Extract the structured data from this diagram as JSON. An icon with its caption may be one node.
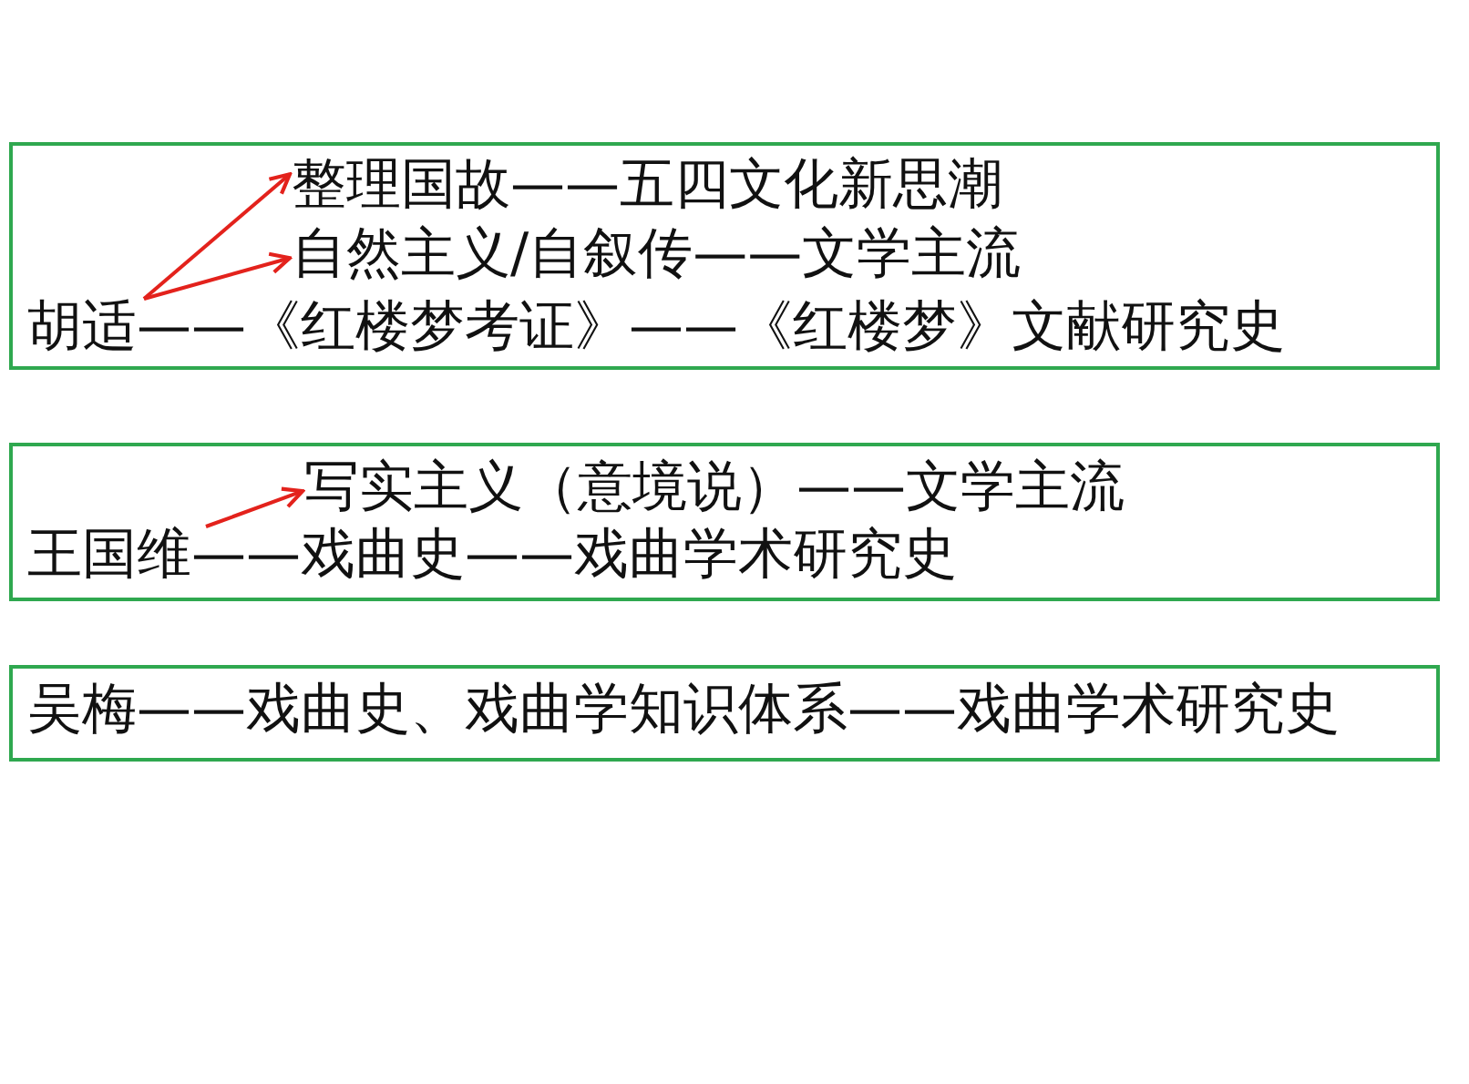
{
  "diagram": {
    "nodes": [
      {
        "text": [],
        "shape": "box"
      },
      {
        "text": [
          "整理国故——五四文化新思潮"
        ],
        "in": 0
      },
      {
        "text": [
          "自然主义/自叙传——文学主流"
        ],
        "in": 0
      },
      {
        "text": [
          "胡适——《红楼梦考证》——《红楼梦》文献研究史"
        ],
        "in": 0
      },
      {
        "text": [],
        "shape": "box"
      },
      {
        "text": [
          "写实主义（意境说）——文学主流"
        ],
        "in": 4
      },
      {
        "text": [
          "王国维——戏曲史——戏曲学术研究史"
        ],
        "in": 4
      },
      {
        "text": [],
        "shape": "box"
      },
      {
        "text": [
          "吴梅——戏曲史、戏曲学知识体系——戏曲学术研究史"
        ],
        "in": 7
      }
    ],
    "edges": [
      {
        "from": 3,
        "to": 1,
        "arrow": "to"
      },
      {
        "from": 3,
        "to": 2,
        "arrow": "to"
      },
      {
        "from": 6,
        "to": 5,
        "arrow": "to"
      }
    ]
  }
}
